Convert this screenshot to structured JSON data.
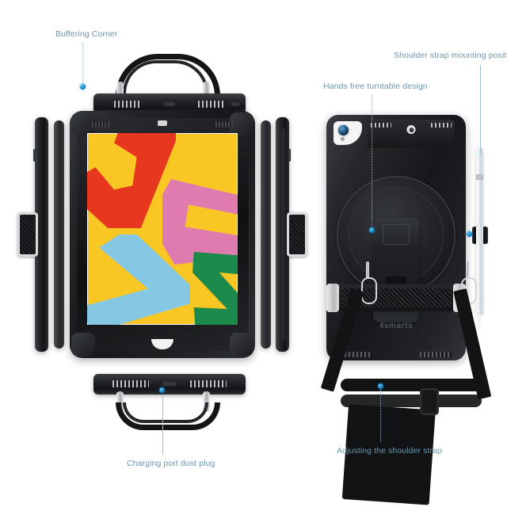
{
  "scene": {
    "product": "Rugged tablet case with hand strap, kickstand and shoulder strap",
    "brand": "4smarts",
    "background_color": "#ffffff",
    "accent_color": "#1d8fd0",
    "label_color": "#6d96ab"
  },
  "callouts": [
    {
      "id": "buffering-corner",
      "label": "Buffering Corner"
    },
    {
      "id": "hands-free-turntable",
      "label": "Hands free turntable design"
    },
    {
      "id": "shoulder-strap-mount",
      "label": "Shoulder strap mounting position"
    },
    {
      "id": "charging-port-dust-plug",
      "label": "Charging port dust plug"
    },
    {
      "id": "adjusting-shoulder-strap",
      "label": "Adjusting the shoulder strap"
    }
  ],
  "views": {
    "top_edge": "Top edge view with carrying handle",
    "left_profile": "Left side profile with hand strap mount",
    "front": "Front view with display",
    "right_profile": "Right side profile with hand strap mount",
    "bottom_edge": "Bottom edge view with speaker grilles",
    "back": "Back view with turntable, hand strap and shoulder strap"
  },
  "wallpaper": {
    "name": "JAZZ wallpaper",
    "background": "#f9c724",
    "letters": [
      {
        "char": "J",
        "color": "#e8371f"
      },
      {
        "char": "A",
        "color": "#e07bb0"
      },
      {
        "char": "Z",
        "color": "#86c8e4"
      },
      {
        "char": "Z",
        "color": "#1c8a4a"
      }
    ]
  }
}
